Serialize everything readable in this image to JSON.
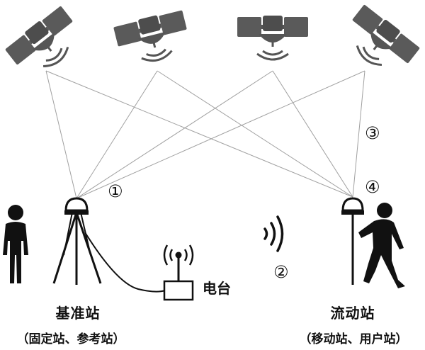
{
  "labels": {
    "radio": "电台",
    "base_title": "基准站",
    "base_subtitle": "（固定站、参考站）",
    "rover_title": "流动站",
    "rover_subtitle": "（移动站、用户站）"
  },
  "markers": {
    "m1": "①",
    "m2": "②",
    "m3": "③",
    "m4": "④"
  },
  "colors": {
    "satellite": "#555555",
    "signal_line": "#a0a0a0",
    "silhouette": "#111111"
  }
}
